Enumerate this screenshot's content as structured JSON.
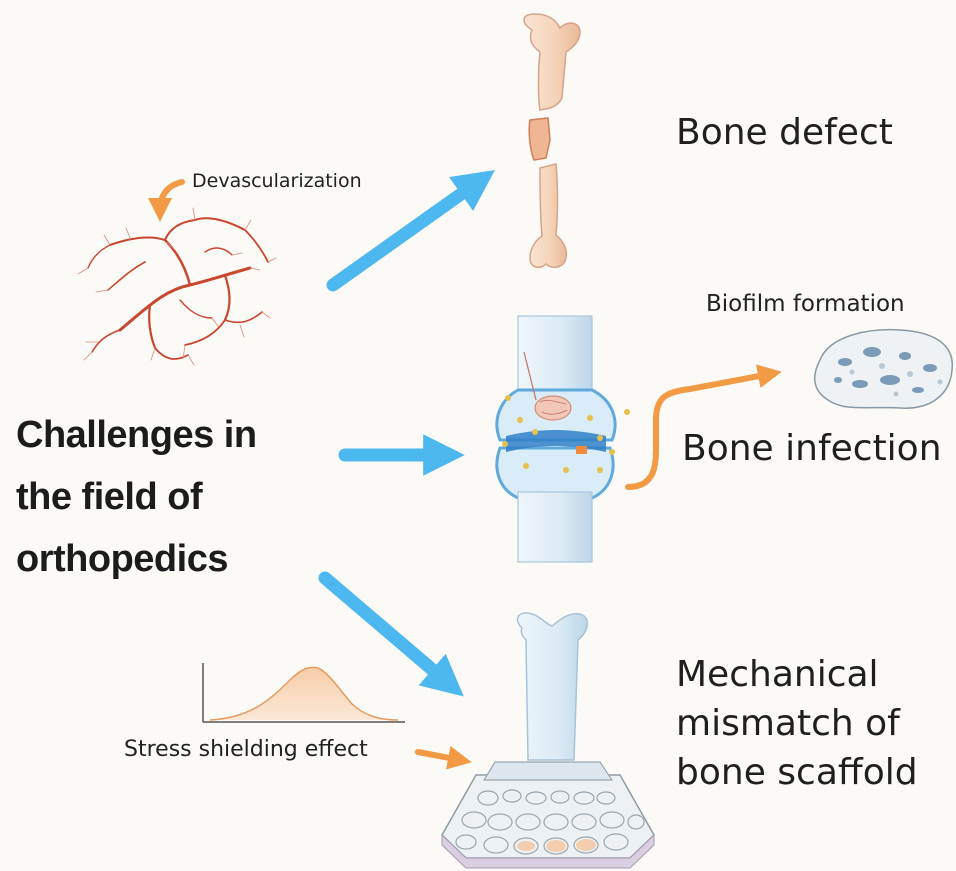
{
  "title_lines": [
    "Challenges in",
    "the field of",
    "orthopedics"
  ],
  "outcomes": {
    "bone_defect": "Bone defect",
    "bone_infection": "Bone infection",
    "mismatch_lines": [
      "Mechanical",
      "mismatch of",
      "bone scaffold"
    ]
  },
  "annotations": {
    "devascularization": "Devascularization",
    "biofilm": "Biofilm formation",
    "stress_shielding": "Stress shielding effect"
  },
  "colors": {
    "arrow_blue": "#4db8ef",
    "arrow_orange": "#f39a45",
    "vessel": "#c9462f",
    "bone": "#f6d9c2",
    "blue_bone": "#dcebf5"
  }
}
